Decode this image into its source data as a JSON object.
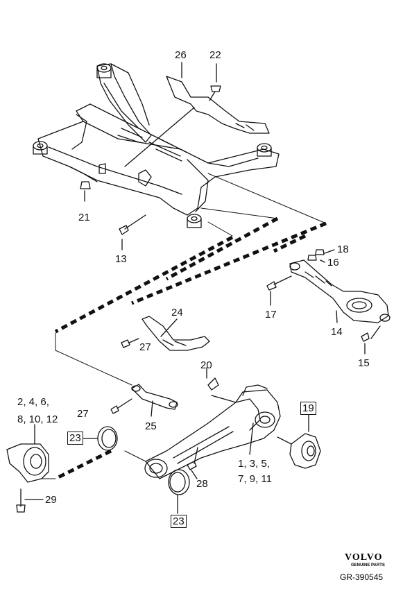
{
  "labels": {
    "l26": "26",
    "l22": "22",
    "l21": "21",
    "l13": "13",
    "l18": "18",
    "l16": "16",
    "l17": "17",
    "l14": "14",
    "l15": "15",
    "l24": "24",
    "l27a": "27",
    "l20": "20",
    "l2_4_6": "2, 4, 6,",
    "l8_10_12": "8, 10, 12",
    "l27b": "27",
    "l25": "25",
    "l23a": "23",
    "l19": "19",
    "l1_3_5": "1, 3, 5,",
    "l7_9_11": "7, 9, 11",
    "l28": "28",
    "l29": "29",
    "l23b": "23"
  },
  "footer": {
    "brand": "VOLVO",
    "subtitle": "GENUINE PARTS",
    "ref": "GR-390545"
  }
}
